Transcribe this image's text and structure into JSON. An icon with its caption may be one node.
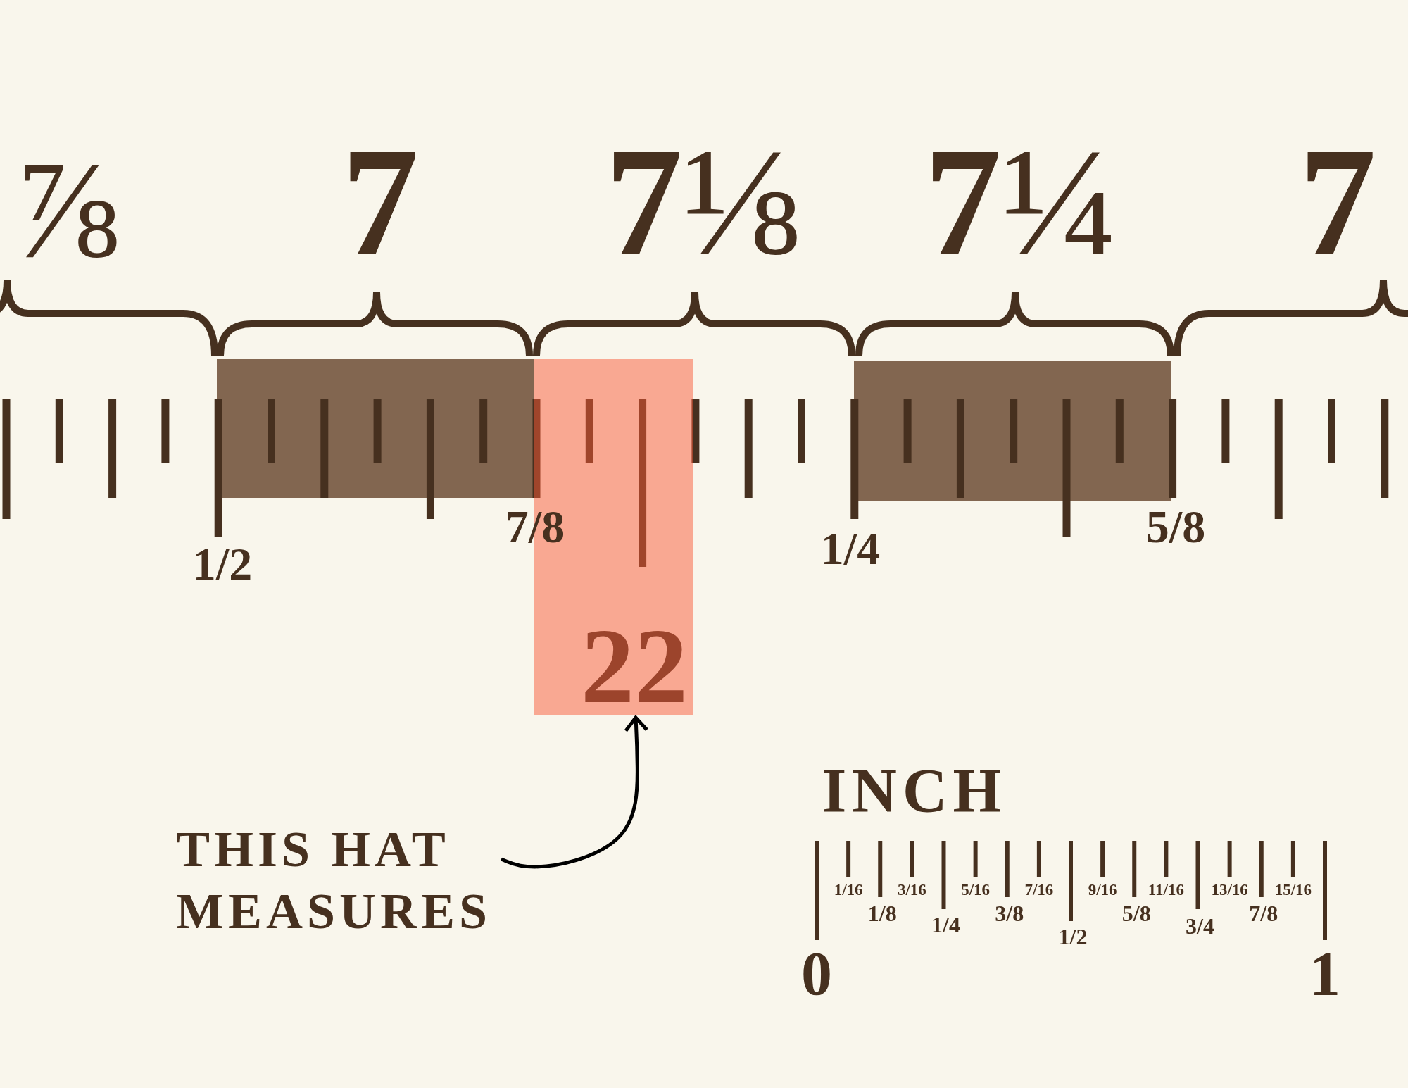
{
  "diagram": {
    "nodes": [
      {
        "text": [
          "THIS HAT MEASURES"
        ]
      },
      {
        "text": [
          "22"
        ]
      }
    ],
    "edges": [
      {
        "from": 0,
        "to": 1,
        "arrow": "to"
      }
    ],
    "labels": [
      "⅞",
      "7",
      "7⅛",
      "7¼",
      "7",
      "1/2",
      "7/8",
      "1/4",
      "5/8",
      "INCH",
      "1/16",
      "3/16",
      "5/16",
      "7/16",
      "9/16",
      "11/16",
      "13/16",
      "15/16",
      "1/8",
      "1/4",
      "3/8",
      "1/2",
      "5/8",
      "3/4",
      "7/8",
      "0",
      "1"
    ]
  }
}
